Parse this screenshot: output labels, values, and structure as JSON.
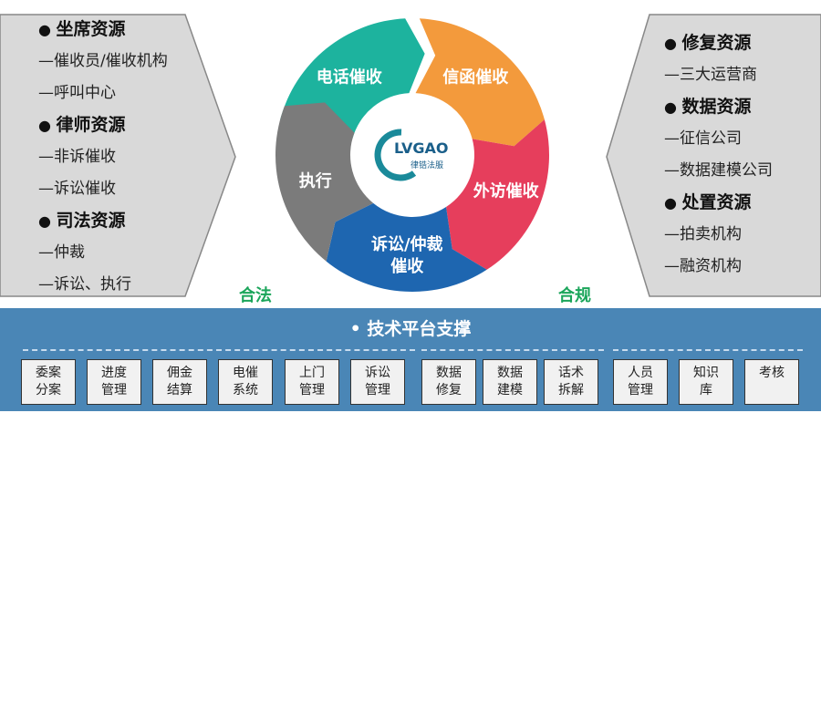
{
  "left_panel": {
    "items": [
      {
        "type": "heading",
        "text": "坐席资源"
      },
      {
        "type": "sub",
        "text": "—催收员/催收机构"
      },
      {
        "type": "sub",
        "text": "—呼叫中心"
      },
      {
        "type": "heading",
        "text": "律师资源"
      },
      {
        "type": "sub",
        "text": "—非诉催收"
      },
      {
        "type": "sub",
        "text": "—诉讼催收"
      },
      {
        "type": "heading",
        "text": "司法资源"
      },
      {
        "type": "sub",
        "text": "—仲裁"
      },
      {
        "type": "sub",
        "text": "—诉讼、执行"
      }
    ]
  },
  "right_panel": {
    "items": [
      {
        "type": "heading",
        "text": "修复资源"
      },
      {
        "type": "sub",
        "text": "—三大运营商"
      },
      {
        "type": "heading",
        "text": "数据资源"
      },
      {
        "type": "sub",
        "text": "—征信公司"
      },
      {
        "type": "sub",
        "text": "—数据建模公司"
      },
      {
        "type": "heading",
        "text": "处置资源"
      },
      {
        "type": "sub",
        "text": "—拍卖机构"
      },
      {
        "type": "sub",
        "text": "—融资机构"
      }
    ]
  },
  "cycle": {
    "segments": [
      {
        "label": "电话催收",
        "color": "#1db39e"
      },
      {
        "label": "信函催收",
        "color": "#f39a3c"
      },
      {
        "label": "外访催收",
        "color": "#e63e5c"
      },
      {
        "label": "诉讼/仲裁\n催收",
        "color": "#1e66b0"
      },
      {
        "label": "执行",
        "color": "#7b7b7b"
      }
    ],
    "logo": {
      "text": "LVGAO",
      "sub": "律锆法服"
    }
  },
  "labels": {
    "left": "合法",
    "right": "合规"
  },
  "platform": {
    "title": "• 技术平台支撑",
    "boxes": [
      "委案\n分案",
      "进度\n管理",
      "佣金\n结算",
      "电催\n系统",
      "上门\n管理",
      "诉讼\n管理",
      "数据\n修复",
      "数据\n建模",
      "话术\n拆解",
      "人员\n管理",
      "知识\n库",
      "考核"
    ],
    "color": "#4a86b6"
  },
  "watermark": "律锆法服"
}
